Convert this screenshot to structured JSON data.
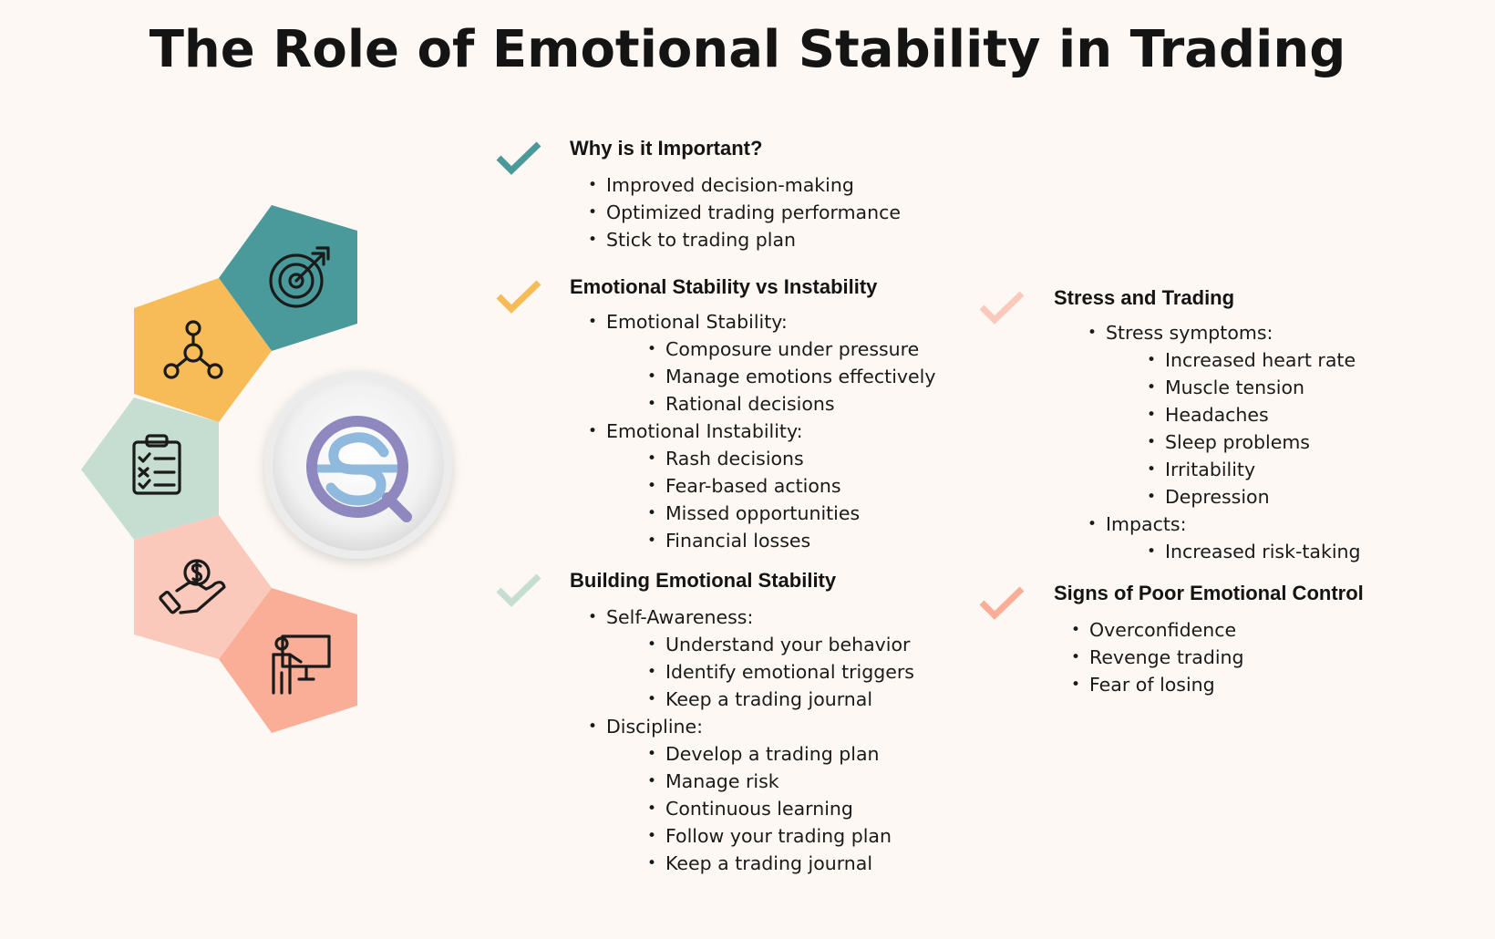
{
  "title": "The Role of Emotional Stability in Trading",
  "colors": {
    "teal": "#4b9a9b",
    "yellow": "#f7bb58",
    "sage": "#c5ded1",
    "blush": "#fac9bb",
    "salmon": "#fbae97",
    "logo_purple": "#8f88bf",
    "logo_blue": "#8fb9dd"
  },
  "icons": [
    "target-icon",
    "network-icon",
    "checklist-icon",
    "money-hand-icon",
    "presenter-icon",
    "sq-logo"
  ],
  "sections": {
    "why": {
      "title": "Why is it Important?",
      "items": [
        "Improved decision-making",
        "Optimized trading performance",
        "Stick to trading plan"
      ]
    },
    "stability": {
      "title": "Emotional Stability vs Instability",
      "groups": [
        {
          "label": "Emotional Stability:",
          "items": [
            "Composure under pressure",
            "Manage emotions effectively",
            "Rational decisions"
          ]
        },
        {
          "label": "Emotional Instability:",
          "items": [
            "Rash decisions",
            "Fear-based actions",
            "Missed opportunities",
            "Financial losses"
          ]
        }
      ]
    },
    "building": {
      "title": "Building Emotional Stability",
      "groups": [
        {
          "label": "Self-Awareness:",
          "items": [
            "Understand your behavior",
            "Identify emotional triggers",
            "Keep a trading journal"
          ]
        },
        {
          "label": "Discipline:",
          "items": [
            "Develop a trading plan",
            "Manage risk",
            "Continuous learning",
            "Follow your trading plan",
            "Keep a trading journal"
          ]
        }
      ]
    },
    "stress": {
      "title": "Stress and Trading",
      "groups": [
        {
          "label": "Stress symptoms:",
          "items": [
            "Increased heart rate",
            "Muscle tension",
            "Headaches",
            "Sleep problems",
            "Irritability",
            "Depression"
          ]
        },
        {
          "label": "Impacts:",
          "items": [
            "Increased risk-taking"
          ]
        }
      ]
    },
    "signs": {
      "title": "Signs of Poor Emotional Control",
      "items": [
        "Overconfidence",
        "Revenge trading",
        "Fear of losing"
      ]
    }
  }
}
